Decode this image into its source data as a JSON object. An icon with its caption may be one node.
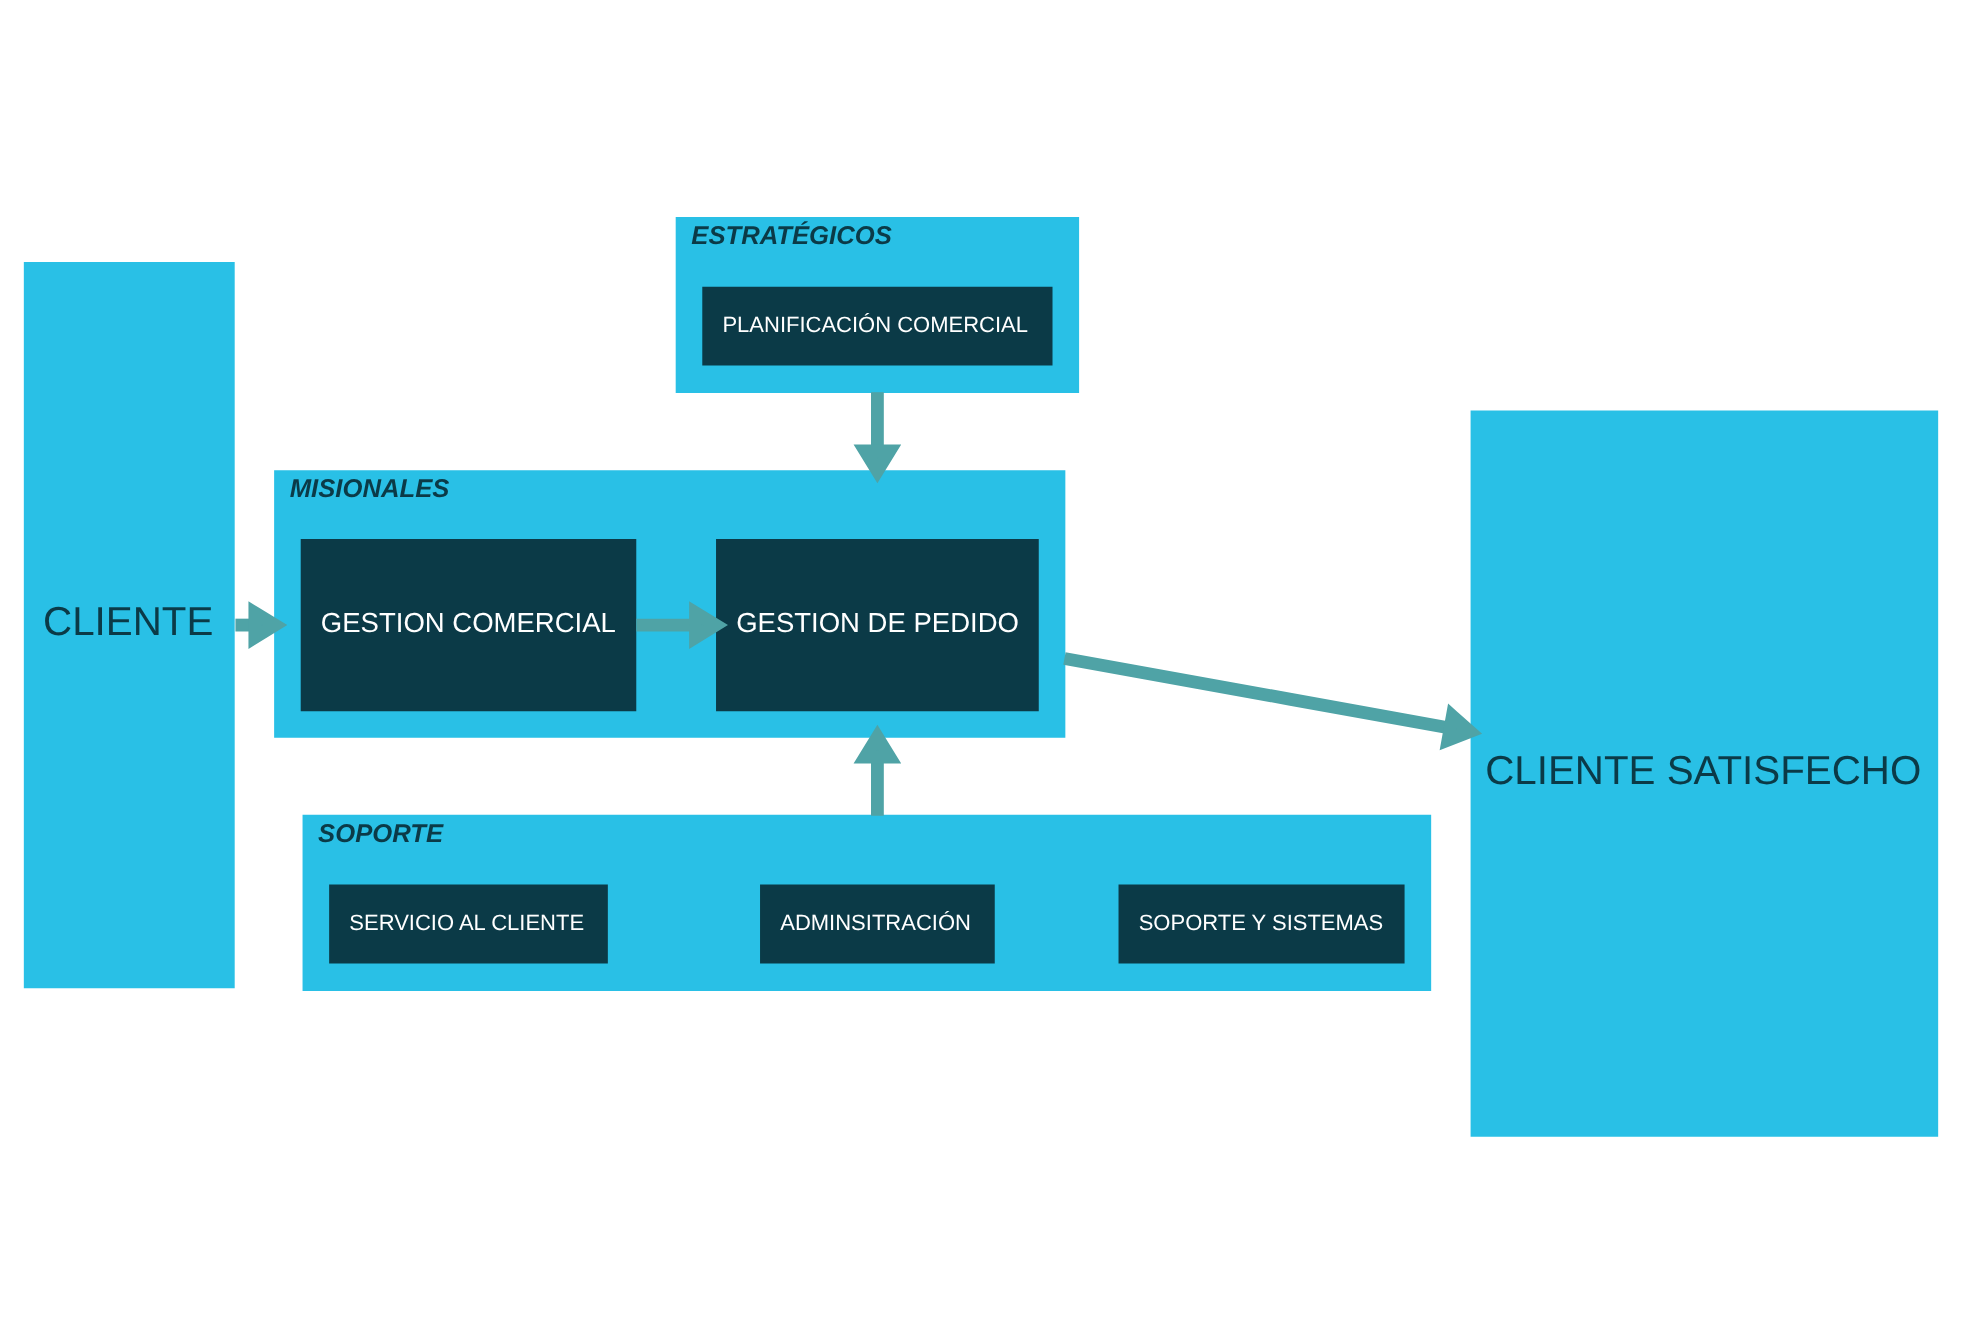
{
  "diagram": {
    "nodes": [
      {
        "text": [
          "CLIENTE"
        ]
      },
      {
        "text": [
          "ESTRATÉGICOS"
        ]
      },
      {
        "text": [
          "PLANIFICACIÓN COMERCIAL"
        ],
        "in": 1
      },
      {
        "text": [
          "MISIONALES"
        ]
      },
      {
        "text": [
          "GESTION COMERCIAL"
        ],
        "in": 3
      },
      {
        "text": [
          "GESTION DE PEDIDO"
        ],
        "in": 3
      },
      {
        "text": [
          "SOPORTE"
        ]
      },
      {
        "text": [
          "SERVICIO AL CLIENTE"
        ],
        "in": 6
      },
      {
        "text": [
          "ADMINSITRACIÓN"
        ],
        "in": 6
      },
      {
        "text": [
          "SOPORTE Y SISTEMAS"
        ],
        "in": 6
      },
      {
        "text": [
          "CLIENTE SATISFECHO"
        ]
      }
    ],
    "edges": [
      {
        "from": 0,
        "to": 3,
        "arrow": "to"
      },
      {
        "from": 1,
        "to": 3,
        "arrow": "to"
      },
      {
        "from": 4,
        "to": 5,
        "arrow": "to"
      },
      {
        "from": 6,
        "to": 3,
        "arrow": "to"
      },
      {
        "from": 3,
        "to": 10,
        "arrow": "to"
      }
    ]
  }
}
